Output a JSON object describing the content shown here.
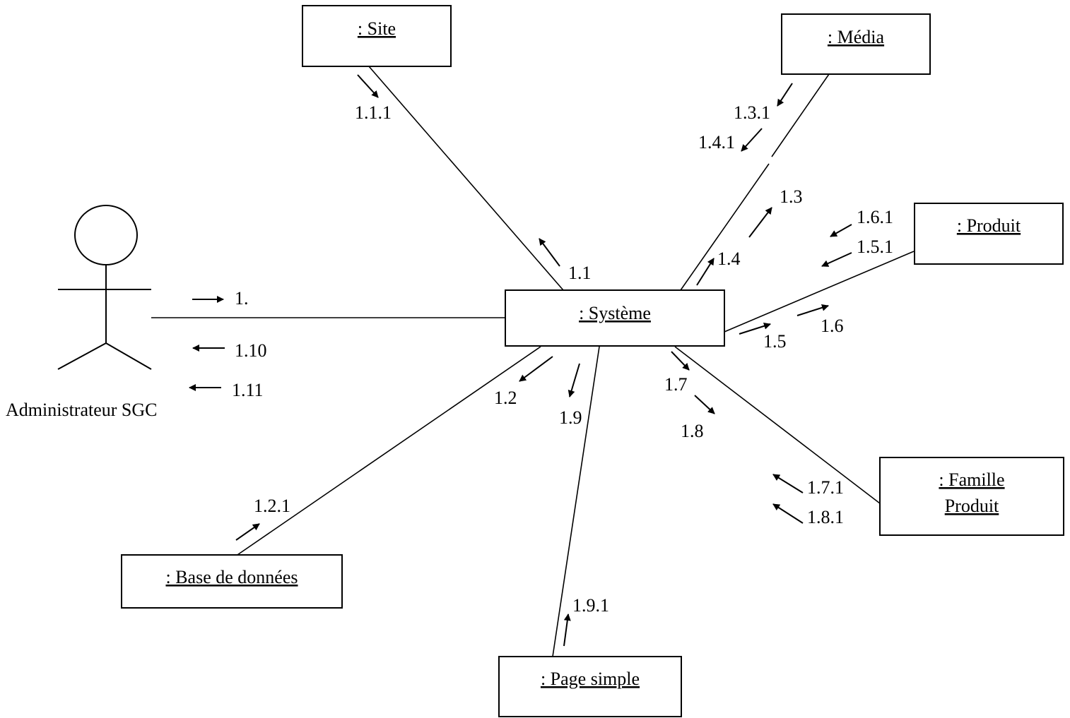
{
  "actor": {
    "label": "Administrateur SGC"
  },
  "objects": {
    "site": ": Site",
    "media": ": Média",
    "produit": ": Produit",
    "systeme": ": Système",
    "famille_line1": ": Famille",
    "famille_line2": "Produit",
    "base": ": Base de données",
    "page": ": Page simple"
  },
  "messages": {
    "m1": "1.",
    "m1_10": "1.10",
    "m1_11": "1.11",
    "m1_1": "1.1",
    "m1_1_1": "1.1.1",
    "m1_2": "1.2",
    "m1_2_1": "1.2.1",
    "m1_3": "1.3",
    "m1_3_1": "1.3.1",
    "m1_4": "1.4",
    "m1_4_1": "1.4.1",
    "m1_5": "1.5",
    "m1_5_1": "1.5.1",
    "m1_6": "1.6",
    "m1_6_1": "1.6.1",
    "m1_7": "1.7",
    "m1_7_1": "1.7.1",
    "m1_8": "1.8",
    "m1_8_1": "1.8.1",
    "m1_9": "1.9",
    "m1_9_1": "1.9.1"
  }
}
